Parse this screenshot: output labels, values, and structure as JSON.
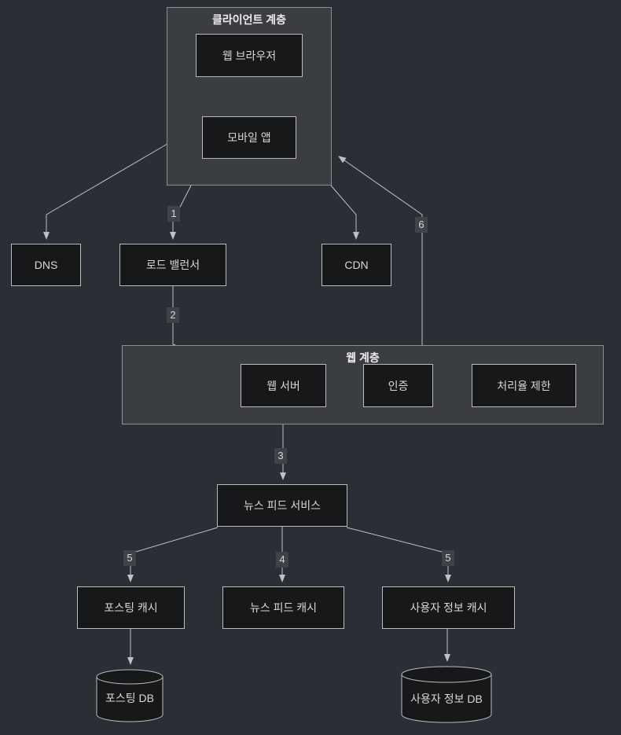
{
  "colors": {
    "bg": "#2a2e35",
    "container": "#3b3e41",
    "container_border": "#8d9093",
    "node": "#17181a",
    "node_border": "#b9bcbf",
    "line": "#bfc2c5",
    "text": "#d6d8da",
    "title": "#eceded",
    "badge_bg": "#3f4347",
    "badge_text": "#d6d8da"
  },
  "diagram": {
    "tiers": {
      "client": {
        "title": "클라이언트 계층"
      },
      "web": {
        "title": "웹 계층"
      }
    },
    "nodes": {
      "web_browser": "웹 브라우저",
      "mobile_app": "모바일 앱",
      "dns": "DNS",
      "load_balancer": "로드 밸런서",
      "cdn": "CDN",
      "web_server": "웹 서버",
      "auth": "인증",
      "rate_limiter": "처리율 제한",
      "news_feed_service": "뉴스 피드 서비스",
      "posting_cache": "포스팅 캐시",
      "news_feed_cache": "뉴스 피드 캐시",
      "user_info_cache": "사용자 정보 캐시",
      "posting_db": "포스팅 DB",
      "user_info_db": "사용자 정보 DB"
    },
    "edge_labels": {
      "e1": "1",
      "e2": "2",
      "e3": "3",
      "e4": "4",
      "e5_left": "5",
      "e5_right": "5",
      "e6": "6"
    }
  }
}
